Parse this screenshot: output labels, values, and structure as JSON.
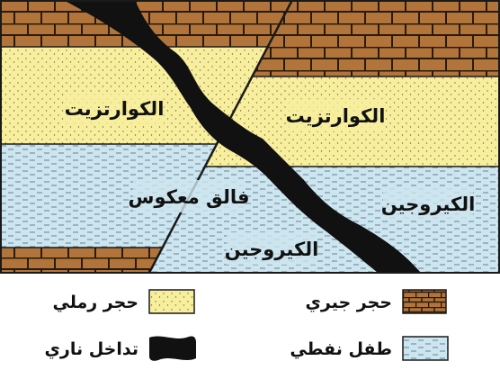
{
  "labels": {
    "quartzite_left": "الكوارتزيت",
    "quartzite_right": "الكوارتزيت",
    "reverse_fault": "فالق معكوس",
    "kerogen_right": "الكيروجين",
    "kerogen_bottom": "الكيروجين"
  },
  "legend": {
    "sandstone": "حجر رملي",
    "limestone": "حجر جيري",
    "igneous_intrusion": "تداخل ناري",
    "oil_shale": "طفل نفطي"
  },
  "colors": {
    "sandstone": "#f7ef9e",
    "oil_shale": "#cde5ee",
    "limestone": "#b1753c",
    "intrusion": "#111111",
    "outline": "#1a1a1a"
  }
}
